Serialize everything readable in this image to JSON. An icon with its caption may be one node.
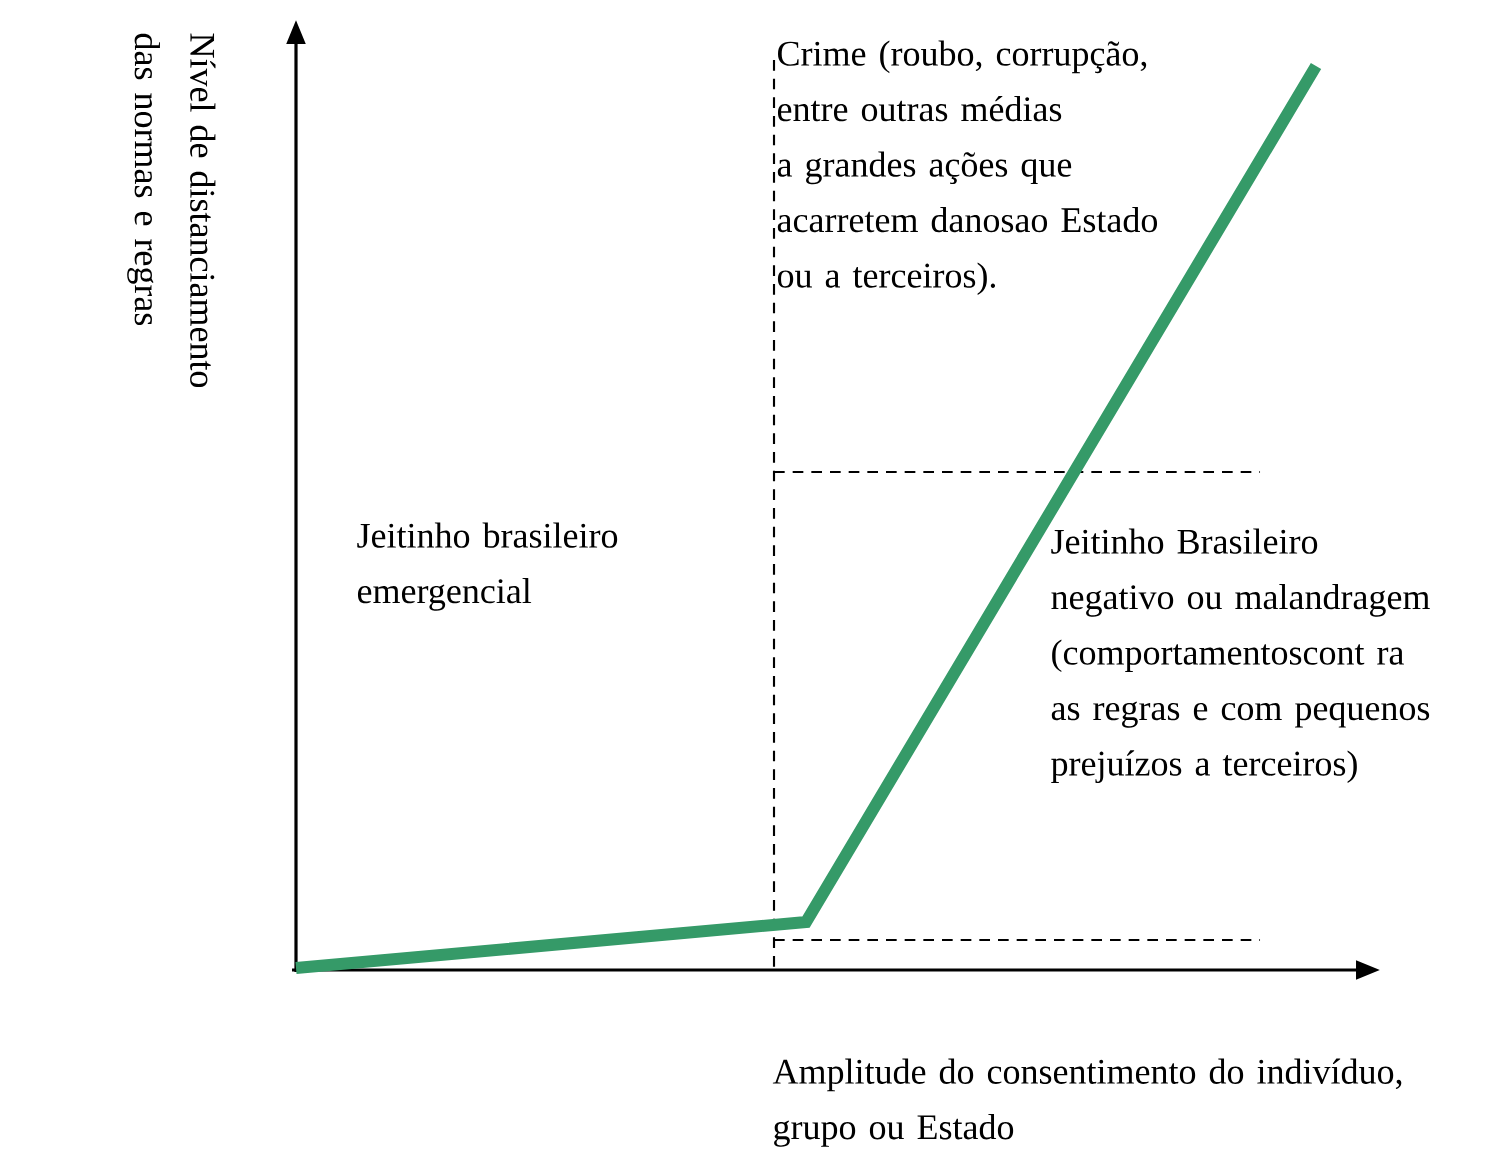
{
  "diagram": {
    "labels": [
      "Nível de distanciamento das normas e regras",
      "Crime (roubo, corrupção, entre outras médias a grandes ações que acarretem danosao Estado ou a terceiros).",
      "Jeitinho brasileiro emergencial",
      "Jeitinho Brasileiro negativo ou malandragem (comportamentoscont ra as regras e com pequenos prejuízos a terceiros)",
      "Amplitude do consentimento do indivíduo, grupo ou Estado"
    ]
  }
}
